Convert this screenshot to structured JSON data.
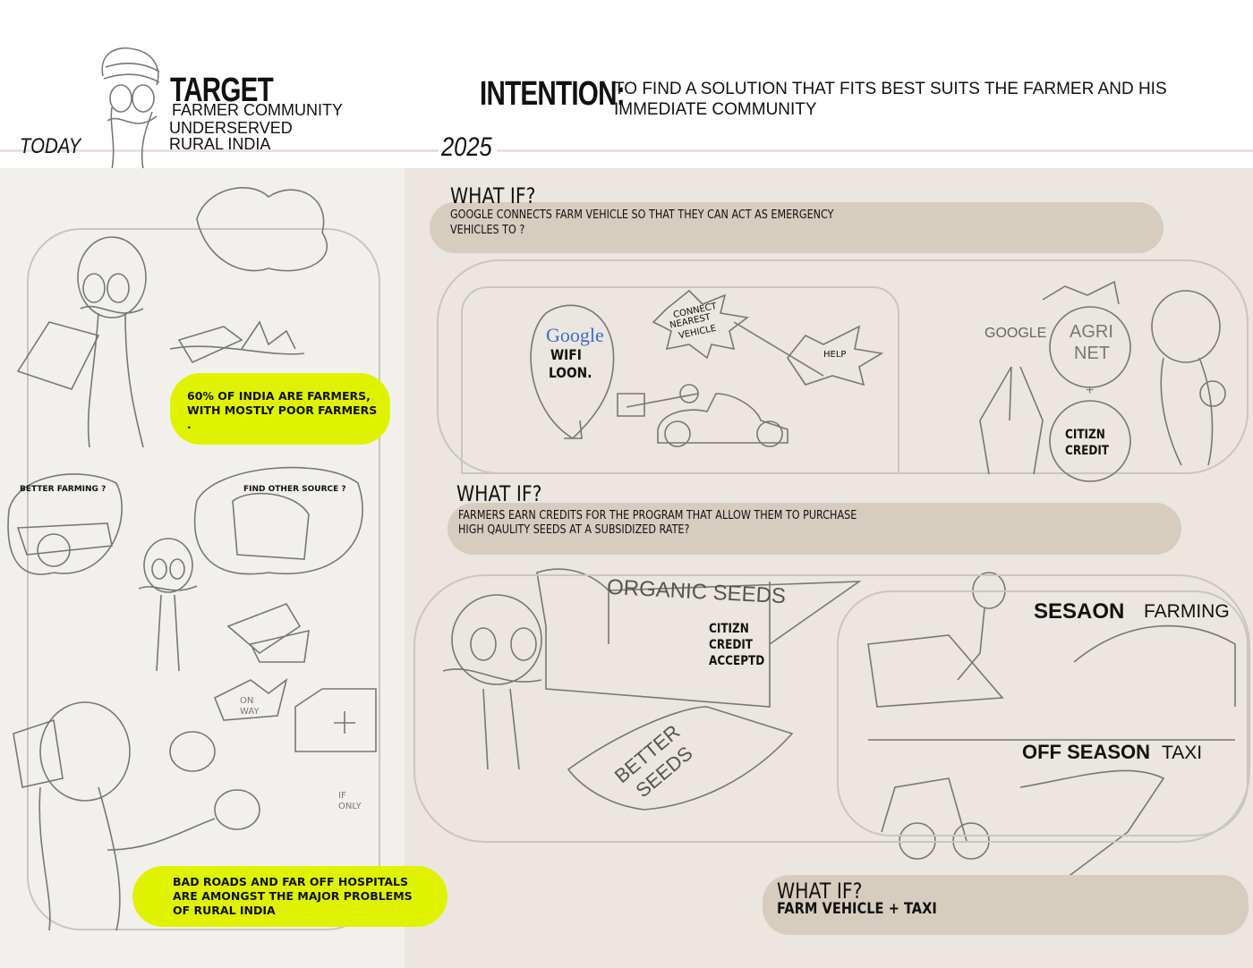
{
  "header": {
    "today": "TODAY",
    "target_title": "TARGET",
    "target_lines": [
      "FARMER COMMUNITY",
      "UNDERSERVED",
      "RURAL INDIA"
    ],
    "year": "2025",
    "intention_label": "INTENTION:",
    "intention_text": [
      "TO FIND A SOLUTION THAT FITS BEST SUITS THE FARMER AND HIS",
      "IMMEDIATE COMMUNITY"
    ]
  },
  "today_panel": {
    "fact1": [
      "60% OF INDIA ARE FARMERS,",
      "WITH MOSTLY POOR FARMERS",
      "."
    ],
    "thought_left": "BETTER FARMING ?",
    "thought_right": "FIND OTHER SOURCE ?",
    "on_way": [
      "ON",
      "WAY"
    ],
    "if_only": [
      "IF",
      "ONLY"
    ],
    "fact2": [
      "BAD ROADS AND FAR OFF HOSPITALS",
      "ARE AMONGST THE MAJOR PROBLEMS",
      "OF RURAL INDIA"
    ]
  },
  "future_panel": {
    "whatif1": {
      "title": "WHAT IF?",
      "lines": [
        "GOOGLE CONNECTS  FARM VEHICLE SO THAT THEY CAN ACT AS EMERGENCY",
        "VEHICLES TO ?"
      ]
    },
    "balloon": {
      "logo": "Google",
      "lines": [
        "WIFI",
        "LOON."
      ]
    },
    "connect_burst": [
      "CONNECT",
      "NEAREST",
      "VEHICLE"
    ],
    "help": "HELP",
    "google_sketch": "GOOGLE",
    "agri_net": [
      "AGRI",
      "NET"
    ],
    "plus": "+",
    "citizn_credit": [
      "CITIZN",
      "CREDIT"
    ],
    "whatif2": {
      "title": "WHAT IF?",
      "lines": [
        "FARMERS EARN   CREDITS FOR THE PROGRAM THAT ALLOW THEM TO PURCHASE",
        "HIGH QAULITY SEEDS AT A SUBSIDIZED RATE?"
      ]
    },
    "shop_sign": "ORGANIC SEEDS",
    "shop_board": [
      "CITIZN",
      "CREDIT",
      "ACCEPTD"
    ],
    "seed_bag": [
      "BETTER",
      "SEEDS"
    ],
    "season": {
      "bold": "SESAON",
      "text": "FARMING"
    },
    "off_season": {
      "bold": "OFF SEASON",
      "text": "TAXI"
    },
    "whatif3": {
      "title": "WHAT IF?",
      "line": "FARM VEHICLE   + TAXI"
    }
  },
  "colors": {
    "highlight": "#dff300",
    "pill": "#d6cdbf",
    "left_bg": "#f2f0ec",
    "right_bg": "#ebe6df"
  }
}
